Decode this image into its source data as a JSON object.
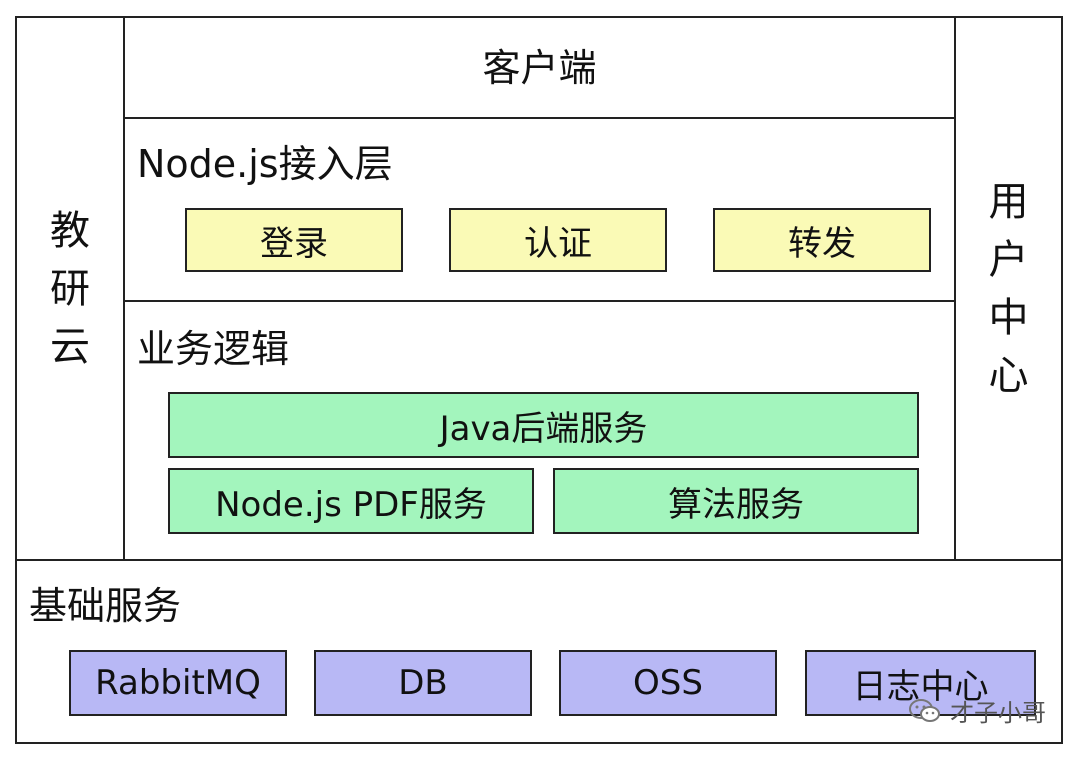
{
  "left_column": {
    "chars": [
      "教",
      "研",
      "云"
    ]
  },
  "right_column": {
    "chars": [
      "用",
      "户",
      "中",
      "心"
    ]
  },
  "client": {
    "label": "客户端"
  },
  "access_layer": {
    "title": "Node.js接入层",
    "items": [
      {
        "label": "登录"
      },
      {
        "label": "认证"
      },
      {
        "label": "转发"
      }
    ]
  },
  "business_logic": {
    "title": "业务逻辑",
    "java": "Java后端服务",
    "node_pdf": "Node.js PDF服务",
    "algorithm": "算法服务"
  },
  "base_services": {
    "title": "基础服务",
    "items": [
      {
        "label": "RabbitMQ"
      },
      {
        "label": "DB"
      },
      {
        "label": "OSS"
      },
      {
        "label": "日志中心"
      }
    ]
  },
  "colors": {
    "yellow": "#fafab6",
    "green": "#a3f5bd",
    "blue": "#b8b8f5",
    "border": "#222222"
  },
  "watermark": {
    "icon": "wechat-icon",
    "text": "才子小哥"
  }
}
